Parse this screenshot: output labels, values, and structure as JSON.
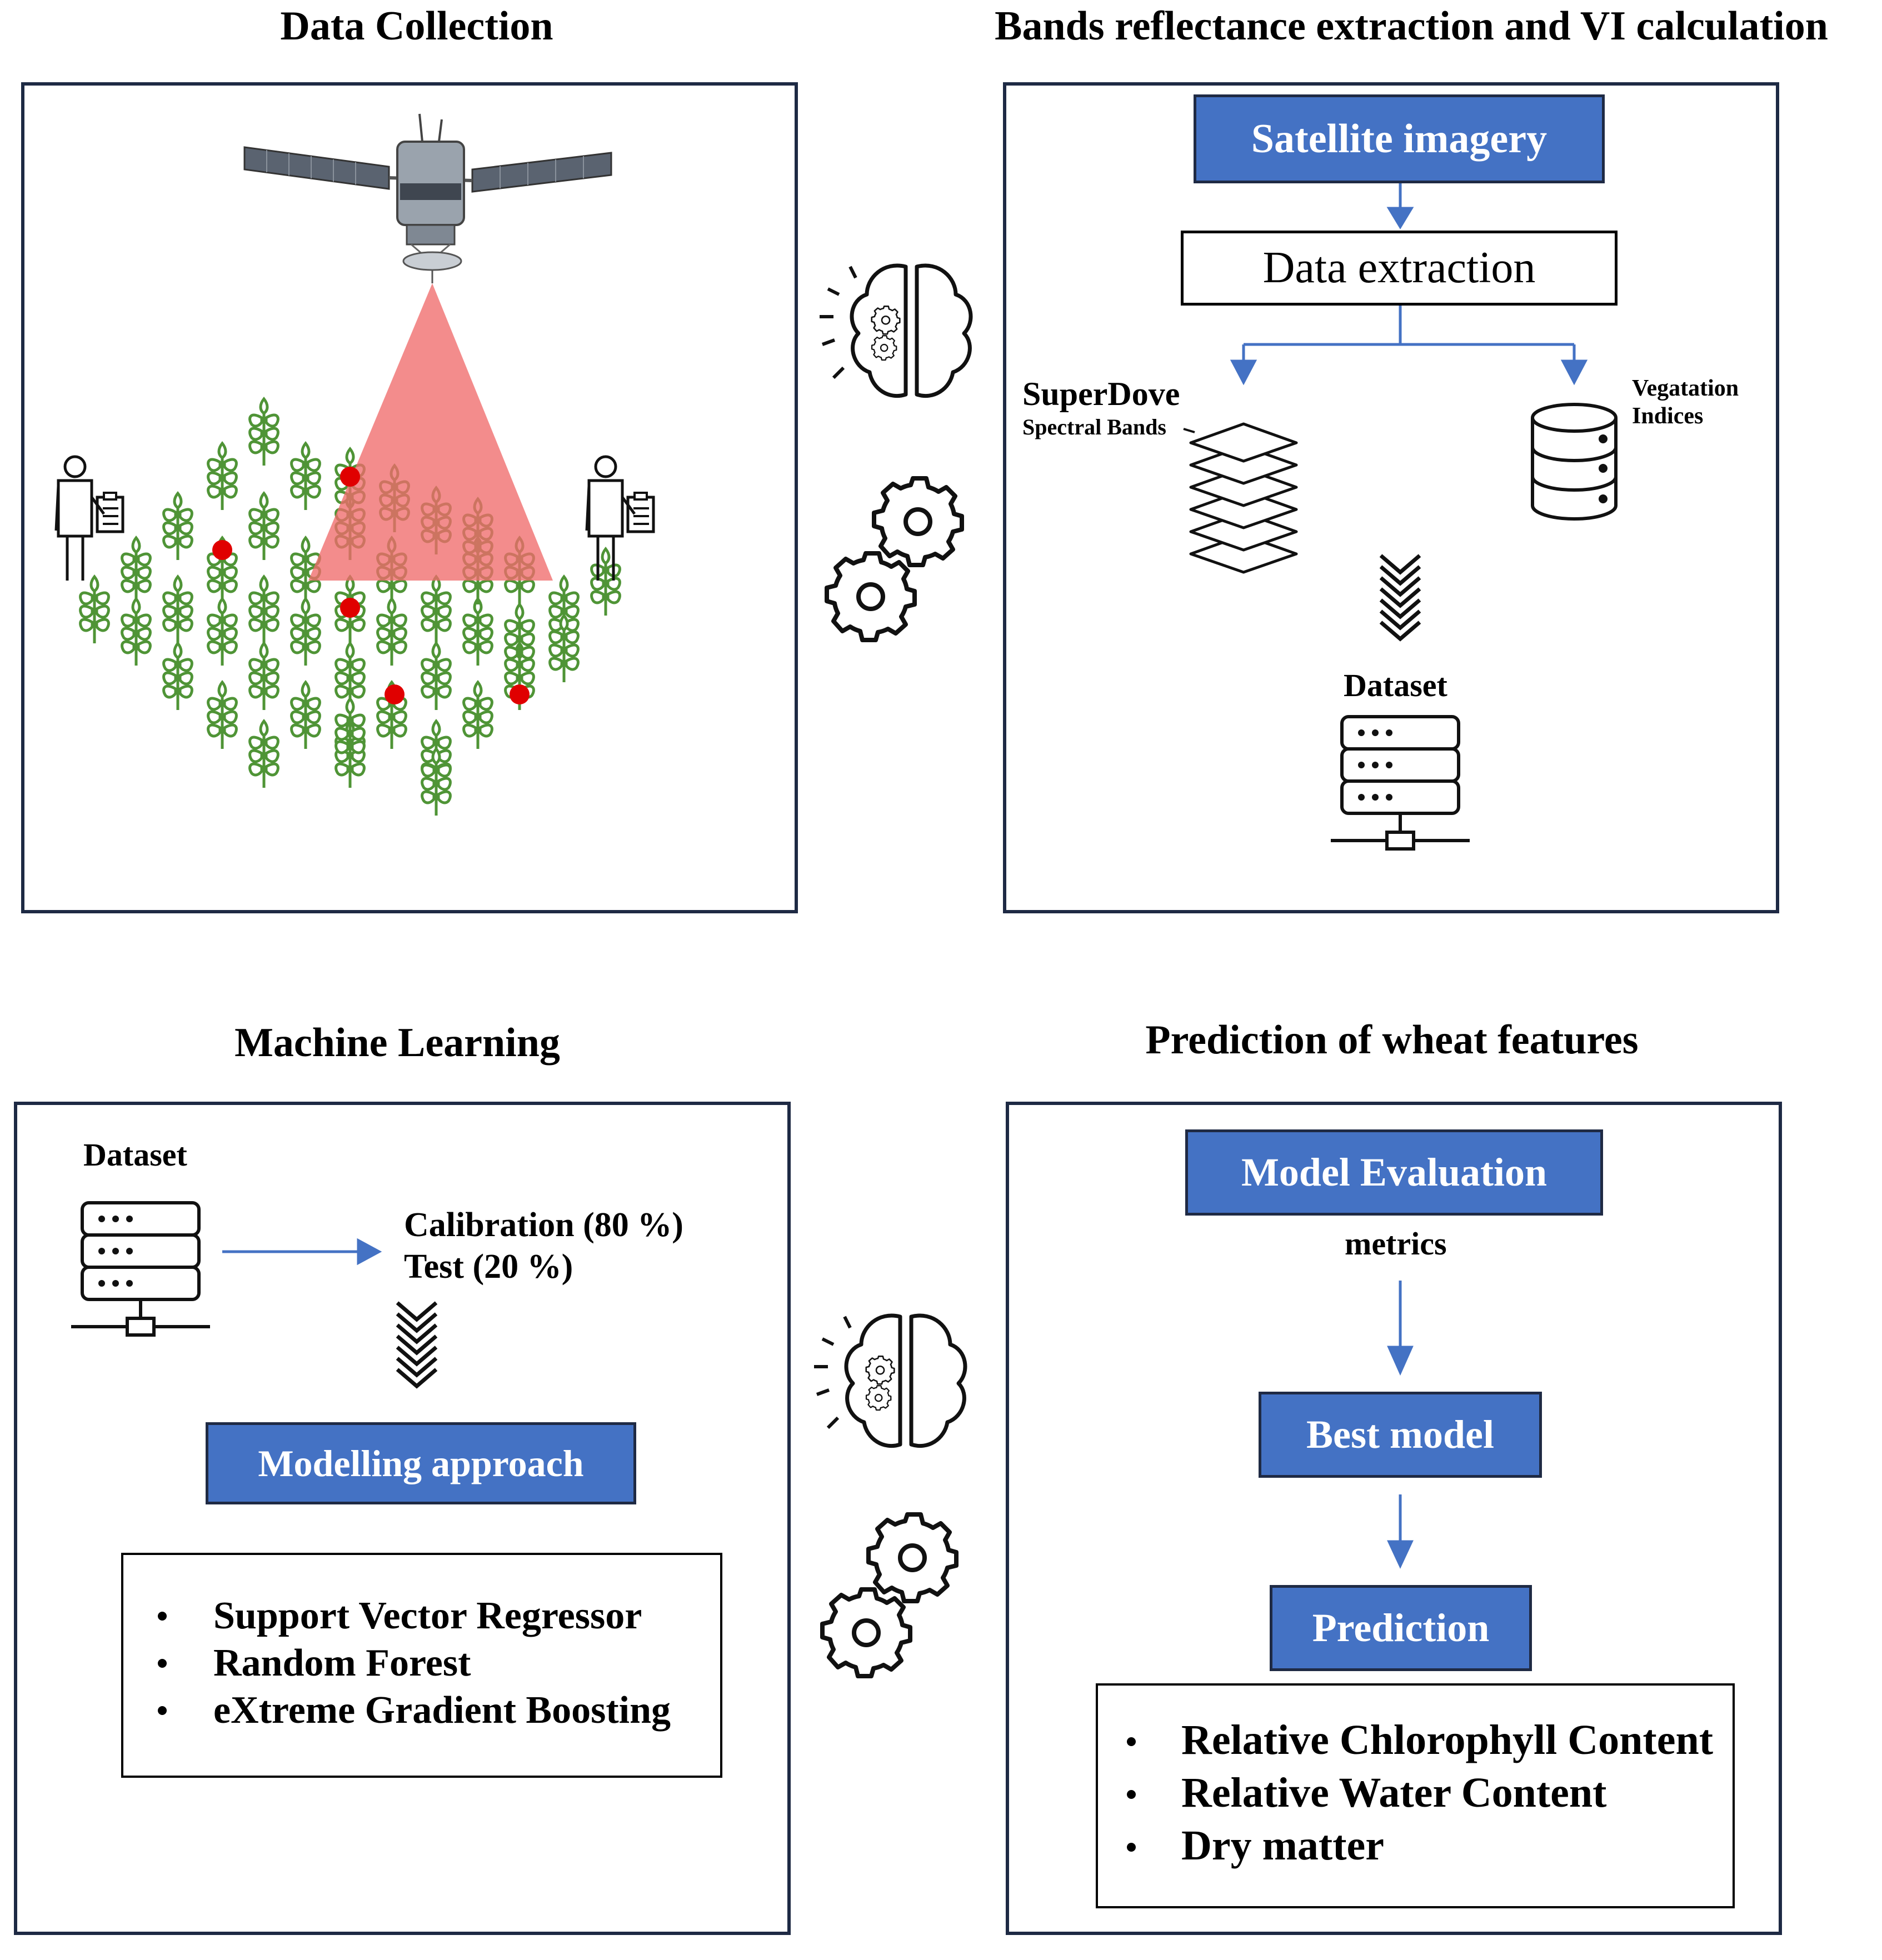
{
  "titles": {
    "data_collection": "Data Collection",
    "bands": "Bands reflectance extraction and VI calculation",
    "ml": "Machine Learning",
    "prediction": "Prediction of wheat features"
  },
  "bands_panel": {
    "satellite_imagery": "Satellite imagery",
    "data_extraction": "Data extraction",
    "superdove": "SuperDove",
    "spectral_bands": "Spectral Bands",
    "vegetation_line1": "Vegatation",
    "vegetation_line2": "Indices",
    "dataset": "Dataset"
  },
  "ml_panel": {
    "dataset": "Dataset",
    "calibration": "Calibration (80 %)",
    "test": "Test (20 %)",
    "modelling": "Modelling approach",
    "models": [
      "Support Vector Regressor",
      "Random Forest",
      "eXtreme Gradient Boosting"
    ]
  },
  "prediction_panel": {
    "model_evaluation": "Model Evaluation",
    "metrics": "metrics",
    "best_model": "Best model",
    "prediction": "Prediction",
    "features": [
      "Relative Chlorophyll Content",
      "Relative Water Content",
      "Dry matter"
    ]
  },
  "colors": {
    "accent_blue": "#4472c4",
    "panel_border": "#1e2a44",
    "wheat_green": "#5a9e3a",
    "sample_red": "#e00000",
    "beam_red": "#f07070"
  },
  "icons": [
    "satellite-icon",
    "wheat-icon",
    "farmer-icon",
    "brain-gear-icon",
    "gears-icon",
    "layers-icon",
    "database-icon",
    "server-icon",
    "chevron-down-icon",
    "arrow-icon"
  ]
}
